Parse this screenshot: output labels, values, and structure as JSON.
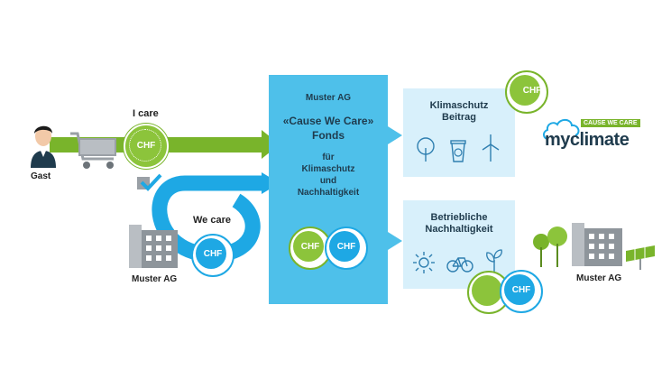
{
  "guest": {
    "label": "Gast"
  },
  "i_care": {
    "label": "I care",
    "coin": "CHF"
  },
  "we_care": {
    "label": "We care",
    "coin": "CHF"
  },
  "company_left": {
    "label": "Muster AG"
  },
  "fund": {
    "company": "Muster AG",
    "name": "«Cause We Care»",
    "kind": "Fonds",
    "line1": "für",
    "line2": "Klimaschutz",
    "line3": "und",
    "line4": "Nachhaltigkeit",
    "coin_green": "CHF",
    "coin_blue": "CHF"
  },
  "climate_box": {
    "title_line1": "Klimaschutz",
    "title_line2": "Beitrag",
    "coin": "CHF"
  },
  "sustain_box": {
    "title_line1": "Betriebliche",
    "title_line2": "Nachhaltigkeit",
    "coin_blue": "CHF"
  },
  "brand": {
    "tagline": "CAUSE WE CARE",
    "name": "myclimate"
  },
  "company_right": {
    "label": "Muster AG"
  },
  "colors": {
    "green": "#79b42b",
    "blue": "#1ea8e4",
    "light_blue": "#4ec0ea",
    "pale_blue": "#d8f0fb",
    "dark": "#1f3b4d"
  }
}
